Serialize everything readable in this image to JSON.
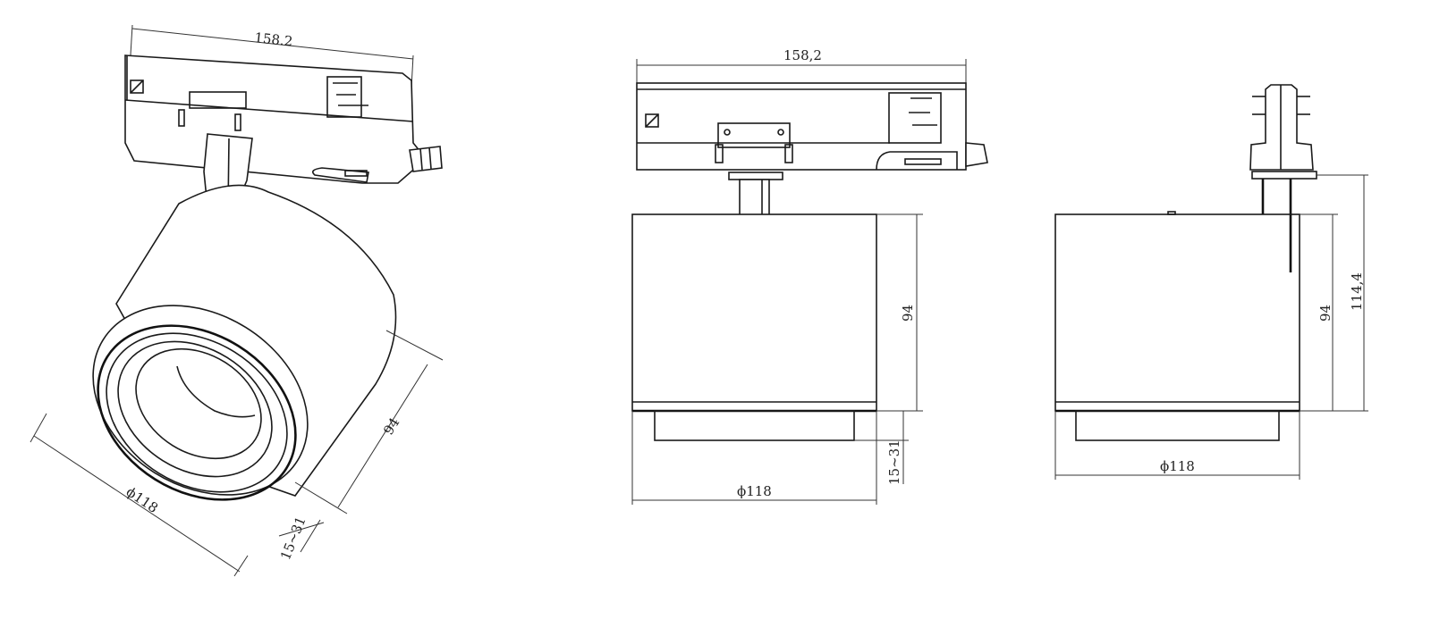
{
  "views": {
    "isometric": {
      "width_label": "158.2",
      "diameter_label": "ϕ118",
      "height_label": "94",
      "tilt_label": "15~31"
    },
    "front": {
      "width_label": "158,2",
      "height_label": "94",
      "tilt_label": "15~31",
      "diameter_label": "ϕ118"
    },
    "side": {
      "height_label": "94",
      "total_height_label": "114,4",
      "diameter_label": "ϕ118"
    }
  },
  "colors": {
    "line": "#1a1a1a",
    "background": "#ffffff"
  }
}
